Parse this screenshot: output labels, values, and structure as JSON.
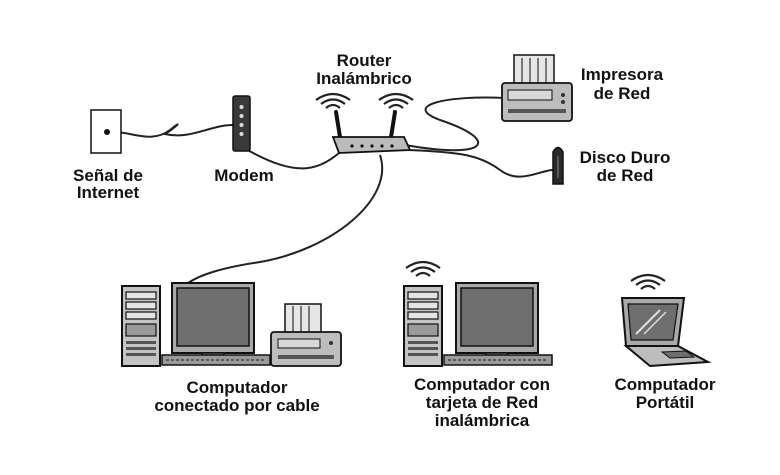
{
  "colors": {
    "ink": "#111111",
    "device": "#bdbdbd",
    "device_dark": "#8a8a8a",
    "screen": "#6f6f6f",
    "cable": "#222222"
  },
  "icons": [
    "wall-jack-icon",
    "modem-icon",
    "router-icon",
    "printer-icon",
    "hard-disk-icon",
    "desktop-computer-icon",
    "laptop-icon",
    "wifi-signal-icon"
  ],
  "nodes": {
    "internet": {
      "line1": "Señal de",
      "line2": "Internet"
    },
    "modem": {
      "label": "Modem"
    },
    "router": {
      "line1": "Router",
      "line2": "Inalámbrico"
    },
    "printer": {
      "line1": "Impresora",
      "line2": "de Red"
    },
    "disk": {
      "line1": "Disco Duro",
      "line2": "de Red"
    },
    "pc_cable": {
      "line1": "Computador",
      "line2": "conectado por cable"
    },
    "pc_wireless": {
      "line1": "Computador con",
      "line2": "tarjeta de Red",
      "line3": "inalámbrica"
    },
    "laptop": {
      "line1": "Computador",
      "line2": "Portátil"
    }
  }
}
